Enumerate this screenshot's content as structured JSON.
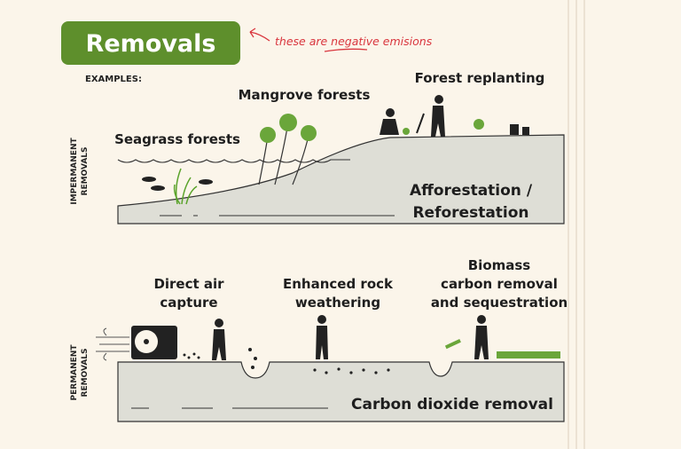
{
  "title": "Removals",
  "annotation": "these are negative emisions",
  "examples_label": "EXAMPLES:",
  "impermanent": {
    "side_label_1": "IMPERMANENT",
    "side_label_2": "REMOVALS",
    "items": [
      "Seagrass forests",
      "Mangrove forests",
      "Forest replanting"
    ],
    "category_1": "Afforestation /",
    "category_2": "Reforestation"
  },
  "permanent": {
    "side_label_1": "PERMANENT",
    "side_label_2": "REMOVALS",
    "dac_1": "Direct air",
    "dac_2": "capture",
    "erw_1": "Enhanced rock",
    "erw_2": "weathering",
    "bio_1": "Biomass",
    "bio_2": "carbon removal",
    "bio_3": "and sequestration",
    "category": "Carbon dioxide removal"
  },
  "colors": {
    "green": "#5e8f2c",
    "red": "#d9363e",
    "ground": "#deded6",
    "background": "#fbf5ea"
  }
}
